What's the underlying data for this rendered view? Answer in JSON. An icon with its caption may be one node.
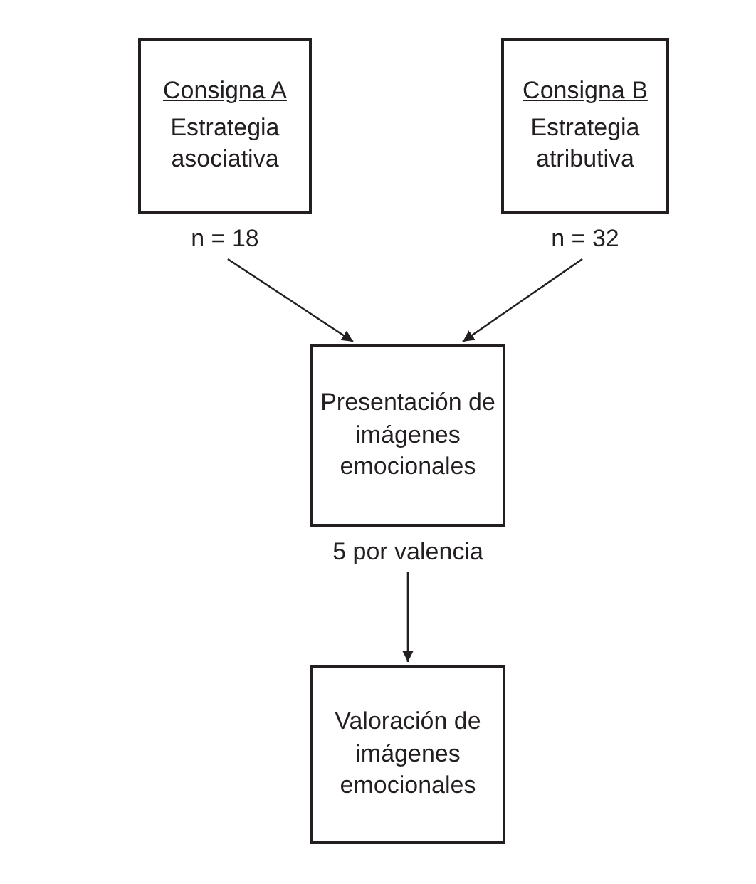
{
  "diagram": {
    "nodes": [
      {
        "text": [
          "Consigna A",
          "Estrategia asociativa"
        ],
        "beside": [
          "n = 18"
        ]
      },
      {
        "text": [
          "Consigna B",
          "Estrategia atributiva"
        ],
        "beside": [
          "n = 32"
        ]
      },
      {
        "text": [
          "Presentación de imágenes emocionales"
        ],
        "beside": [
          "5 por valencia"
        ]
      },
      {
        "text": [
          "Valoración de imágenes emocionales"
        ]
      }
    ],
    "edges": [
      {
        "from": 0,
        "to": 2,
        "arrow": "to"
      },
      {
        "from": 1,
        "to": 2,
        "arrow": "to"
      },
      {
        "from": 2,
        "to": 3,
        "arrow": "to"
      }
    ]
  }
}
